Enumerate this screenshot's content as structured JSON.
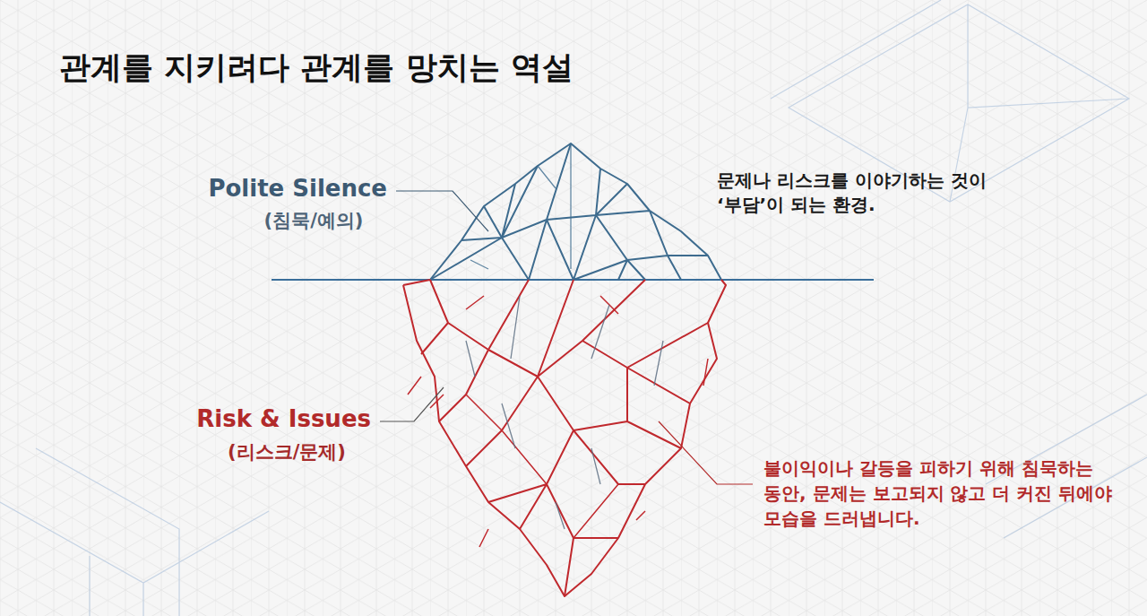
{
  "diagram": {
    "title": "관계를 지키려다 관계를 망치는 역설",
    "labels": [
      "Polite Silence",
      "(침묵/예의)",
      "문제나 리스크를 이야기하는 것이 ‘부담’이 되는 환경.",
      "Risk & Issues",
      "(리스크/문제)",
      "불이익이나 갈등을 피하기 위해 침묵하는 동안, 문제는 보고되지 않고 더 커진 뒤에야 모습을 드러냅니다."
    ]
  }
}
